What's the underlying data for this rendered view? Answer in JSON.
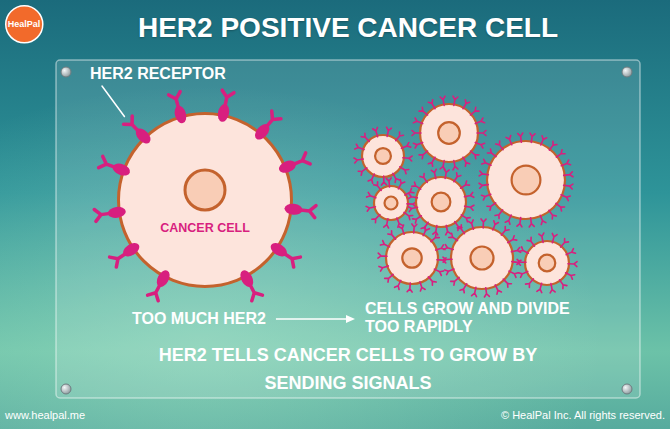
{
  "diagram": {
    "title": "HER2 POSITIVE CANCER CELL",
    "caption": "HER2 TELLS CANCER CELLS TO GROW BY SENDING SIGNALS",
    "nodes": [
      {
        "text": [
          "HealPal"
        ]
      },
      {
        "text": [
          "CANCER CELL"
        ]
      }
    ],
    "labels": [
      "HER2 RECEPTOR",
      "TOO MUCH HER2",
      "CELLS GROW AND DIVIDE TOO RAPIDLY",
      "www.healpal.me",
      "© HealPal Inc. All rights reserved."
    ]
  }
}
